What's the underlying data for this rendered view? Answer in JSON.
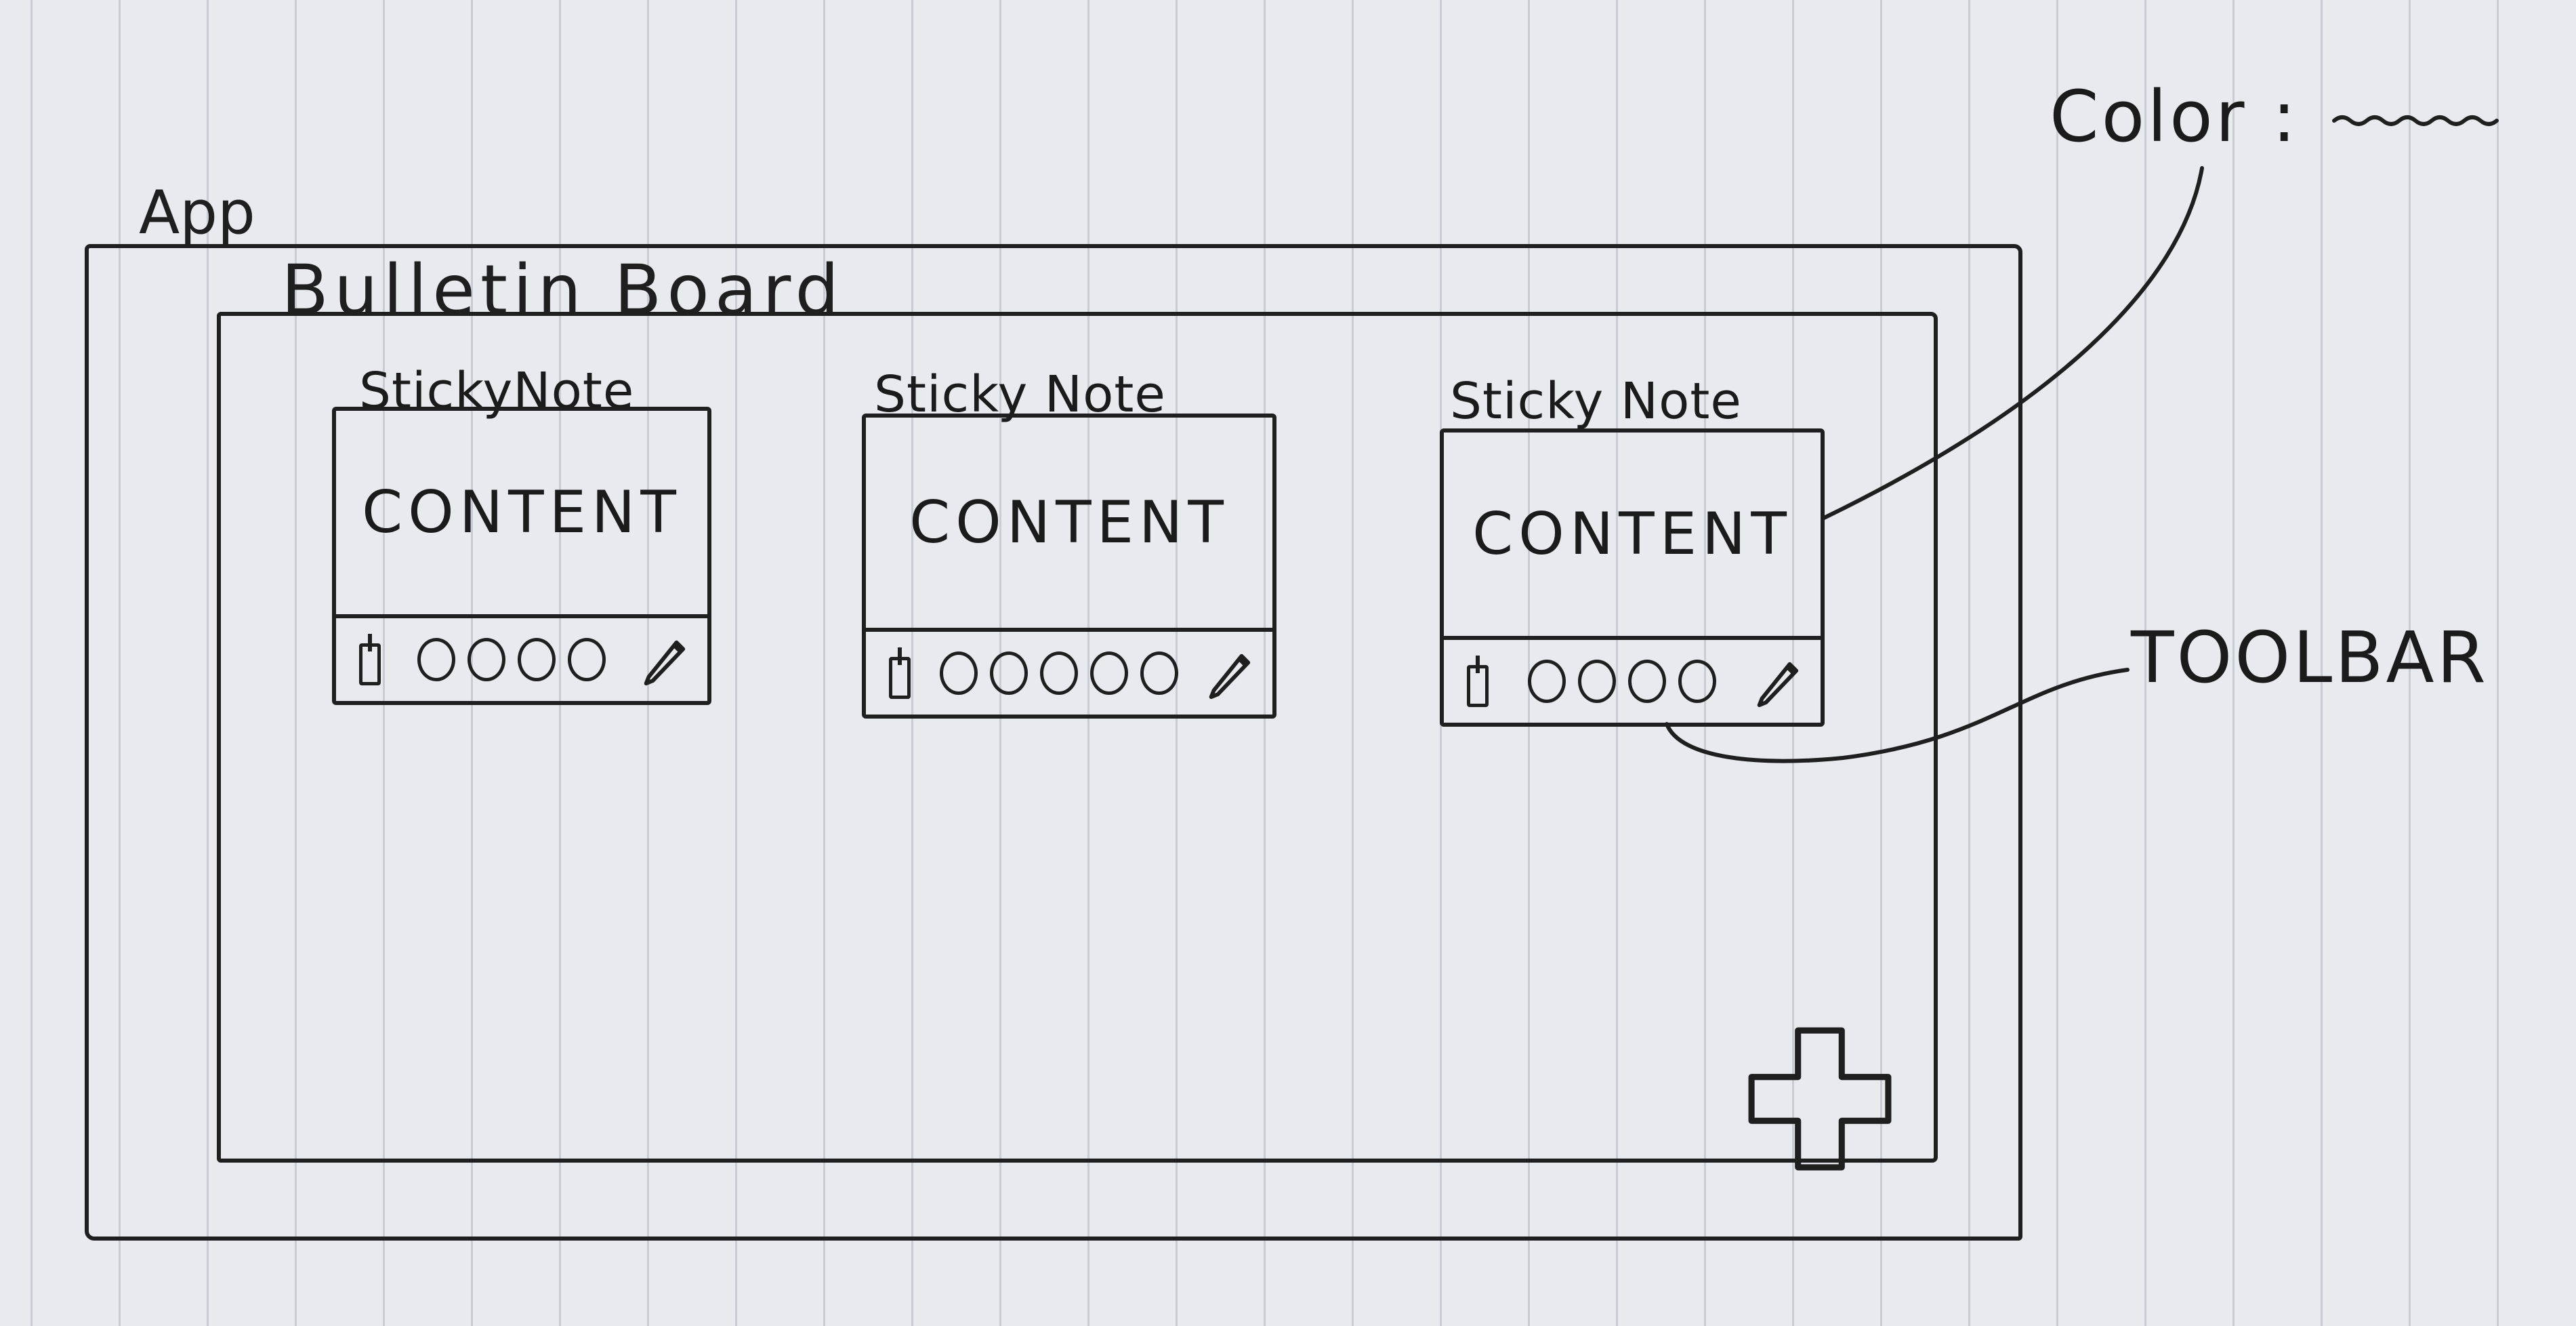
{
  "app": {
    "label": "App"
  },
  "board": {
    "label": "Bulletin Board"
  },
  "notes": [
    {
      "title": "StickyNote",
      "content": "CONTENT",
      "swatch_count": 4
    },
    {
      "title": "Sticky Note",
      "content": "CONTENT",
      "swatch_count": 5
    },
    {
      "title": "Sticky Note",
      "content": "CONTENT",
      "swatch_count": 4
    }
  ],
  "annotations": {
    "color_label": "Color :",
    "toolbar_label": "TOOLBAR"
  },
  "icons": {
    "pin": "pin-icon",
    "color_swatch": "color-swatch",
    "edit": "pencil-icon",
    "add": "plus-icon"
  },
  "colors": {
    "ink": "#1f1f1f",
    "paper": "#e9eaee"
  }
}
